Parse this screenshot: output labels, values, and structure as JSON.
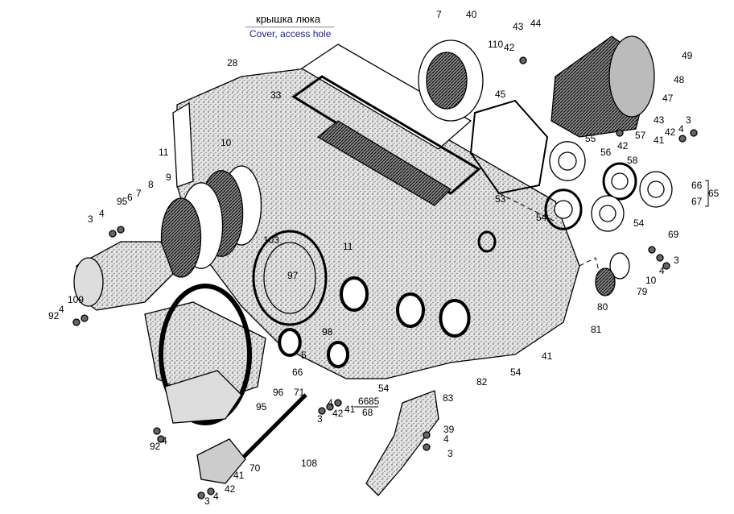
{
  "caption": {
    "ru": "крышка люка",
    "en": "Cover, access hole"
  },
  "colors": {
    "ink": "#000000",
    "caption_en": "#1a1aa0",
    "stipple_bg": "#dcdcdc"
  },
  "callouts": [
    "7",
    "40",
    "43",
    "44",
    "110",
    "42",
    "49",
    "48",
    "47",
    "43",
    "57",
    "55",
    "56",
    "42",
    "42",
    "4",
    "3",
    "41",
    "58",
    "66",
    "67",
    "65",
    "28",
    "33",
    "45",
    "11",
    "10",
    "9",
    "8",
    "7",
    "6",
    "95",
    "3",
    "4",
    "53",
    "54",
    "54",
    "69",
    "4",
    "3",
    "10",
    "79",
    "80",
    "81",
    "103",
    "11",
    "97",
    "98",
    "5",
    "109",
    "92",
    "4",
    "66",
    "96",
    "71",
    "95",
    "3",
    "4",
    "42",
    "41",
    "66",
    "85",
    "68",
    "54",
    "82",
    "54",
    "41",
    "83",
    "39",
    "4",
    "3",
    "92",
    "4",
    "70",
    "108",
    "41",
    "42",
    "4",
    "3"
  ]
}
